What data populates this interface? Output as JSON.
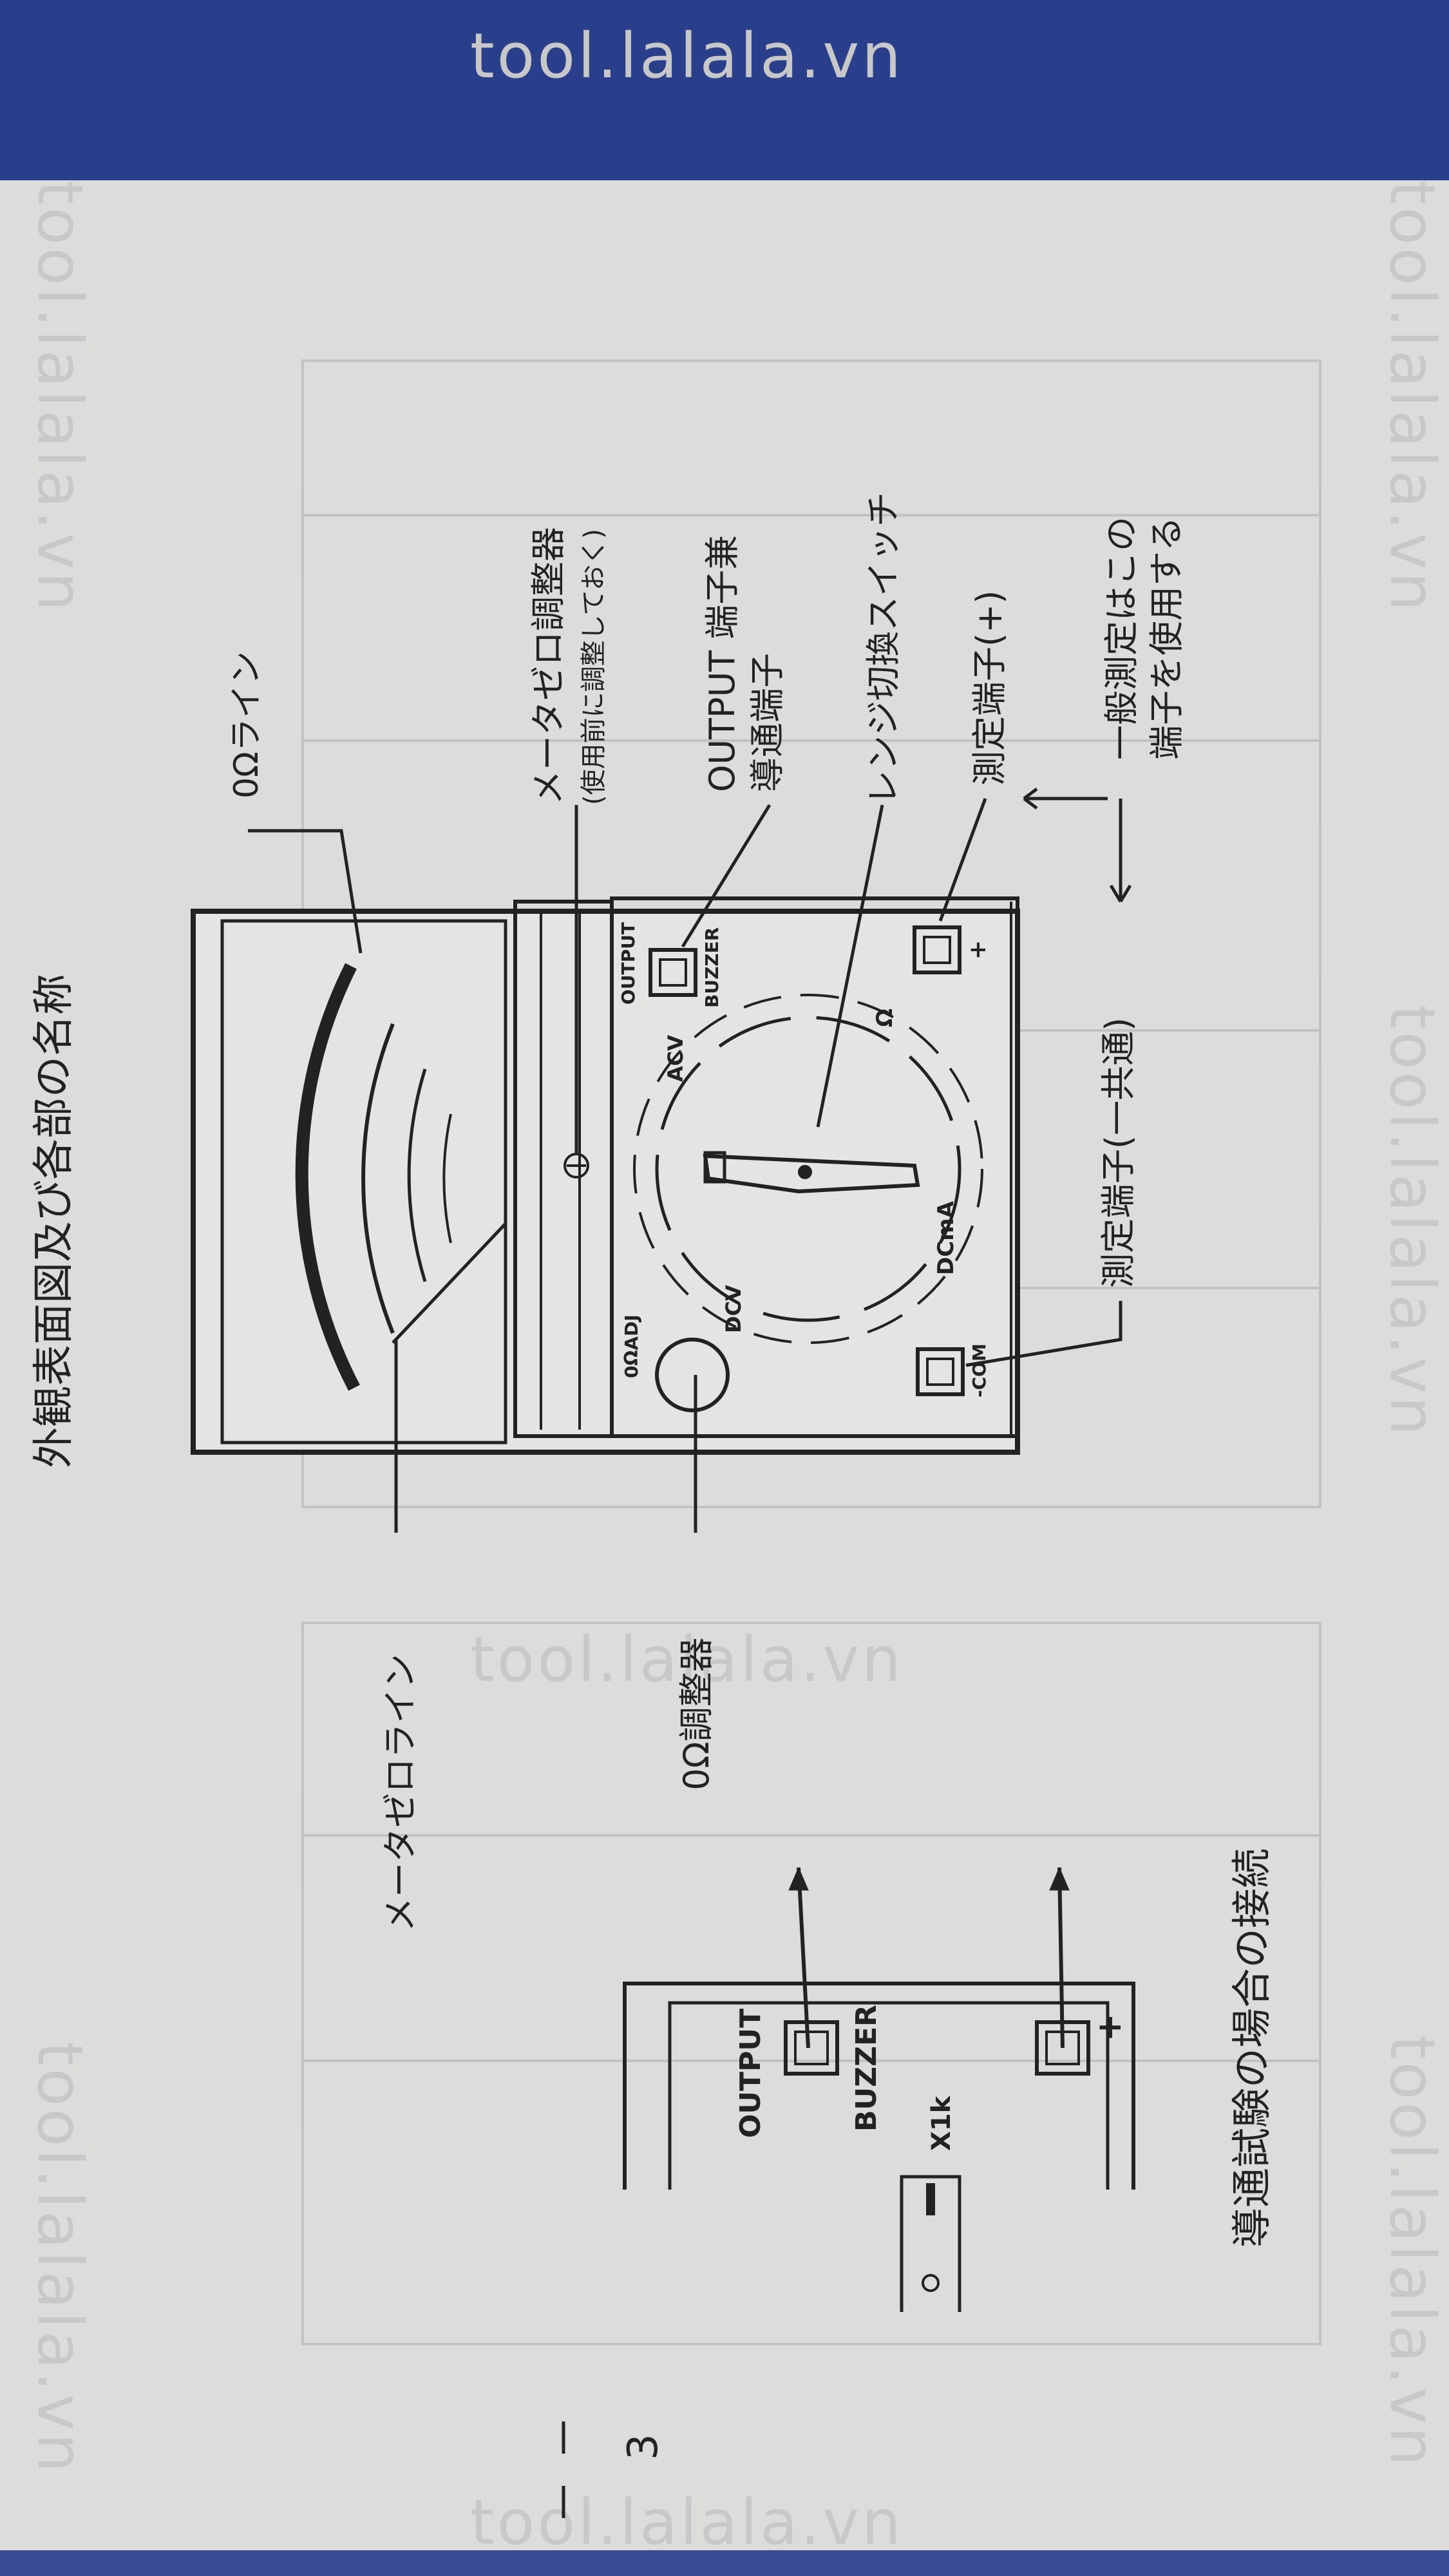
{
  "watermark": "tool.lalala.vn",
  "page_title": "外観表面図及び各部の名称",
  "labels": {
    "ohm_line": "0Ωライン",
    "meter_zero_adjuster": "メータゼロ調整器",
    "meter_zero_note": "(使用前に調整しておく)",
    "output_terminal_1": "OUTPUT 端子兼",
    "output_terminal_2": "導通端子",
    "range_switch": "レンジ切換スイッチ",
    "measure_terminal_plus": "測定端子(+)",
    "general_use_1": "一般測定はこの",
    "general_use_2": "端子を使用する",
    "measure_terminal_common": "測定端子(一共通)",
    "meter_zero_line": "メータゼロライン",
    "ohm_adjuster": "0Ω調整器"
  },
  "panel": {
    "output": "OUTPUT",
    "buzzer": "BUZZER",
    "plus": "+",
    "com": "-COM",
    "ohm_adj": "0ΩADJ",
    "acv": "ACV",
    "dcv": "DCV",
    "dcma": "DCmA",
    "ohm": "Ω"
  },
  "continuity": {
    "title": "導通試験の場合の接続",
    "output": "OUTPUT",
    "buzzer": "BUZZER",
    "range": "X1k",
    "plus": "+"
  },
  "page_number": "3"
}
